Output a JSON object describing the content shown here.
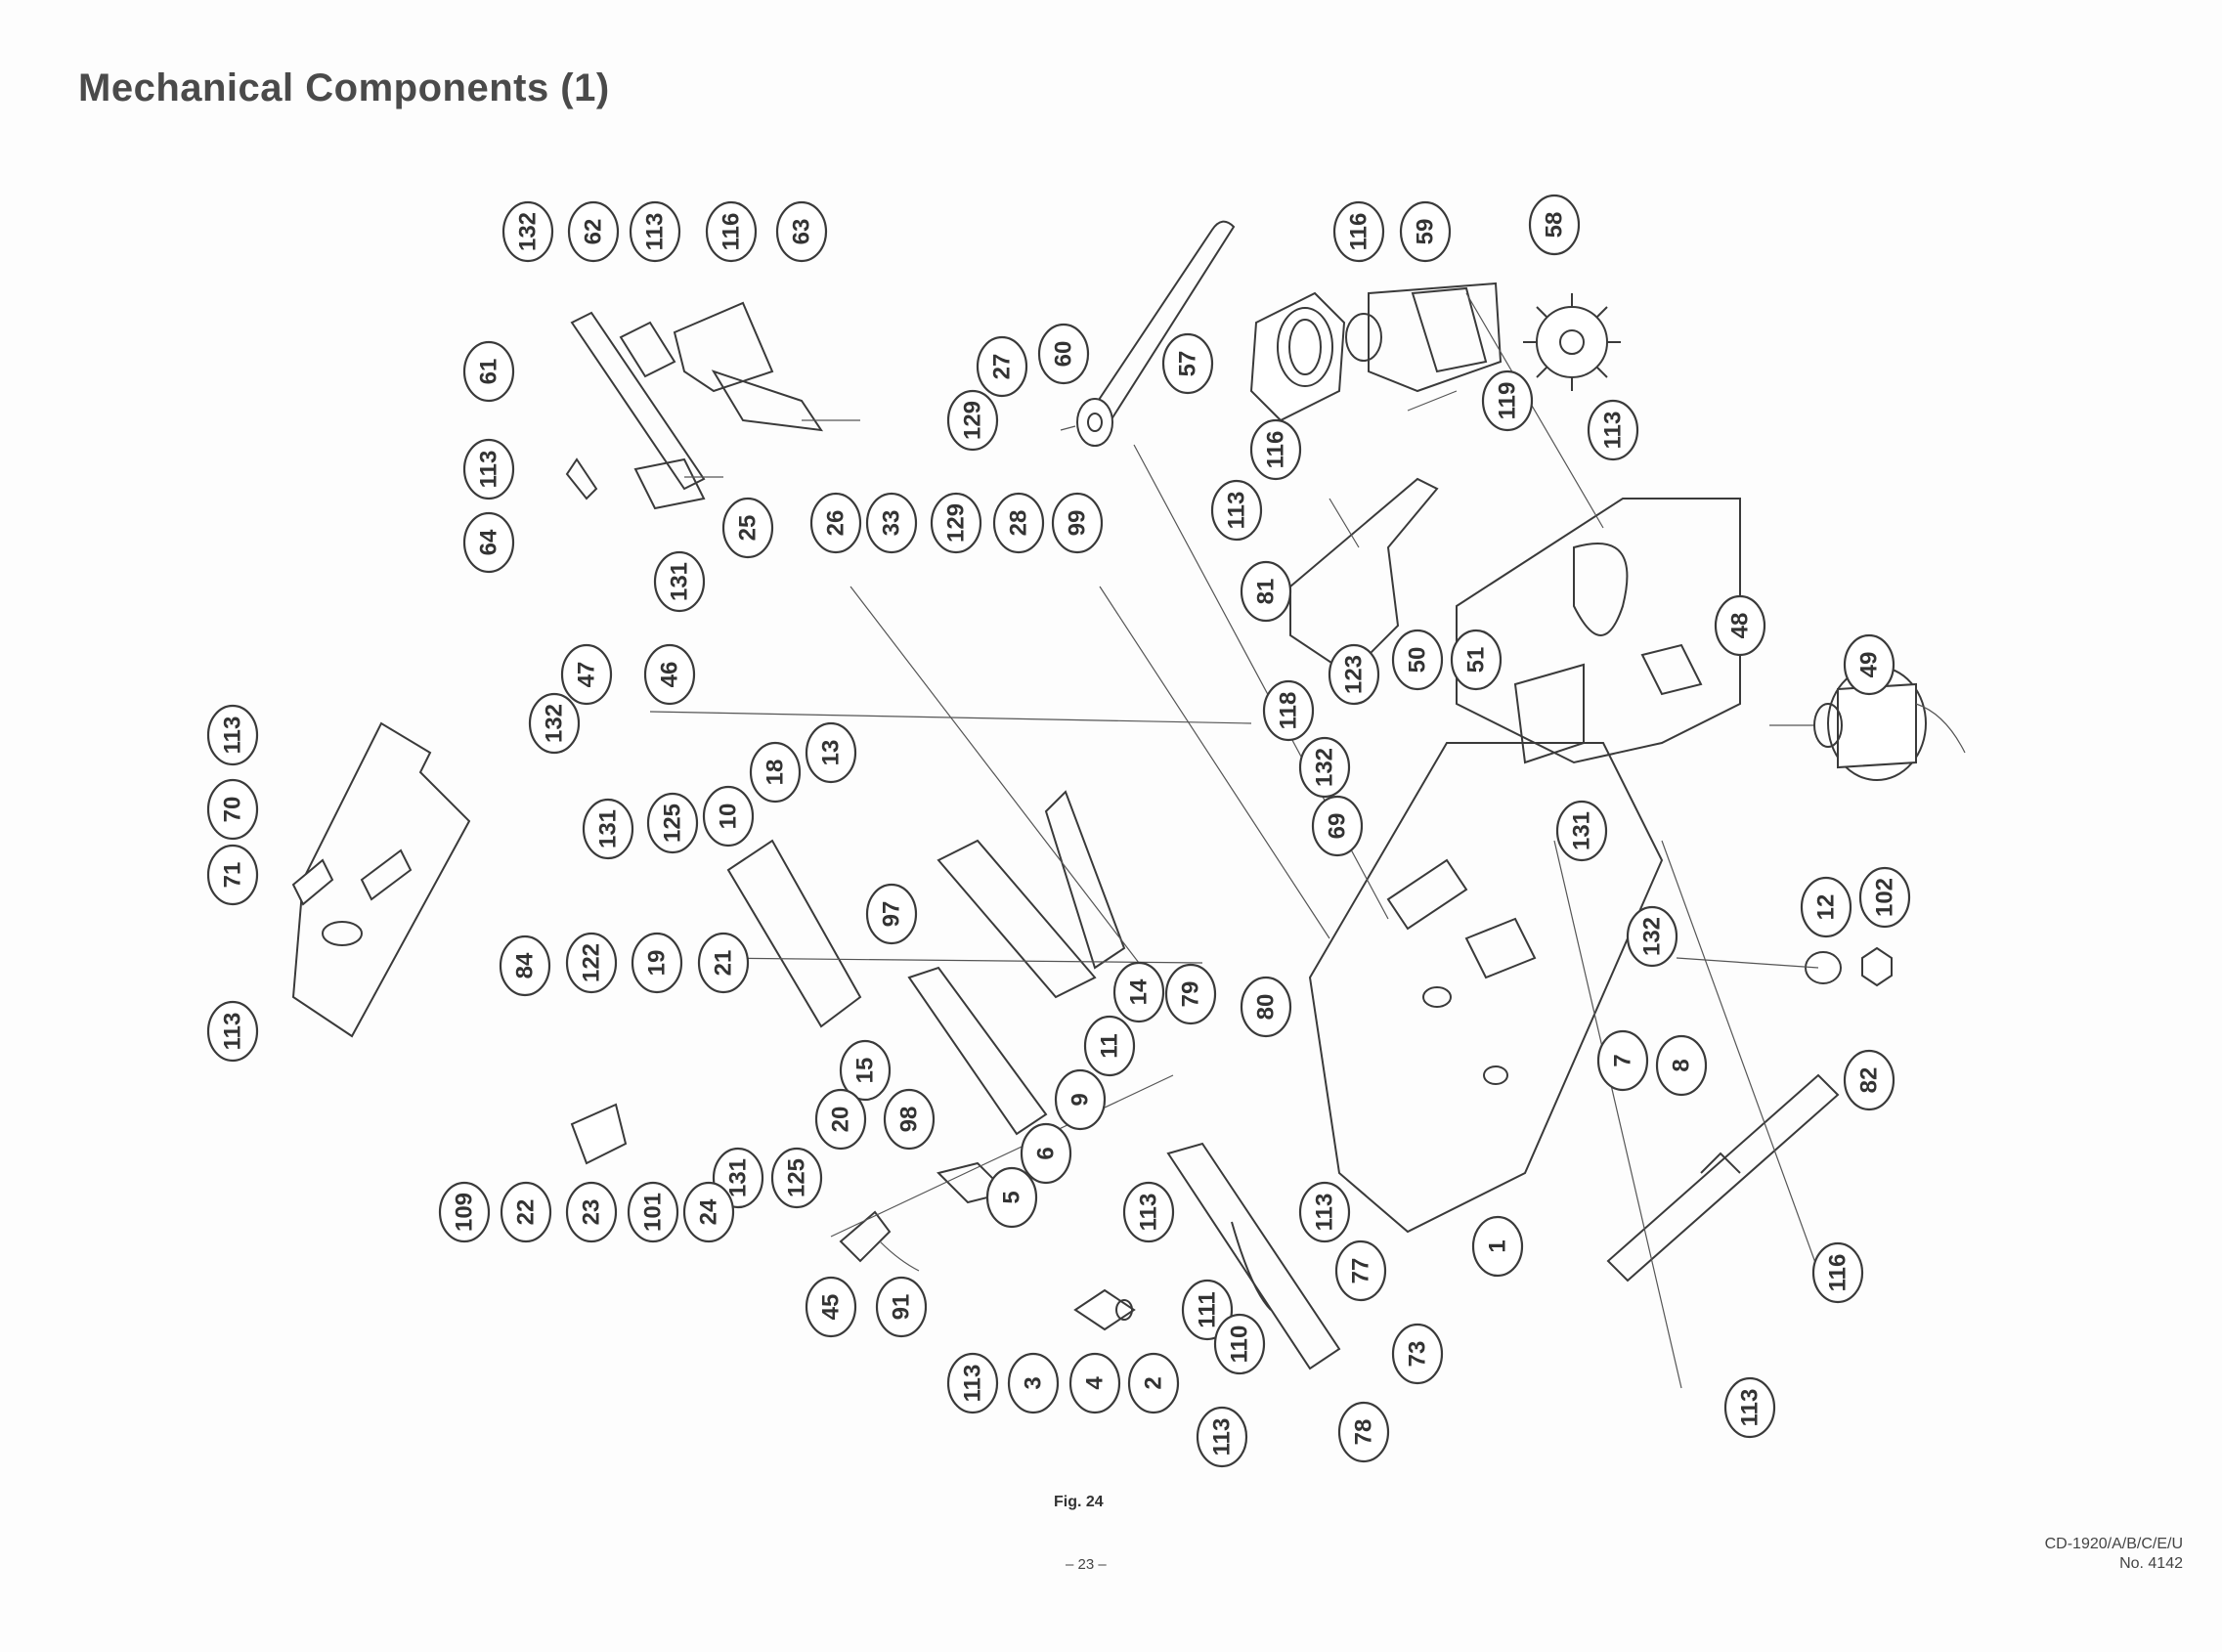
{
  "page": {
    "title": "Mechanical Components (1)",
    "fig_caption": "Fig. 24",
    "page_number": "– 23 –",
    "model": "CD-1920/A/B/C/E/U",
    "doc_no": "No. 4142"
  },
  "callouts": [
    {
      "id": "c1",
      "label": "132"
    },
    {
      "id": "c2",
      "label": "62"
    },
    {
      "id": "c3",
      "label": "113"
    },
    {
      "id": "c4",
      "label": "116"
    },
    {
      "id": "c5",
      "label": "63"
    },
    {
      "id": "c6",
      "label": "61"
    },
    {
      "id": "c7",
      "label": "113"
    },
    {
      "id": "c8",
      "label": "64"
    },
    {
      "id": "c9",
      "label": "116"
    },
    {
      "id": "c10",
      "label": "59"
    },
    {
      "id": "c11",
      "label": "58"
    },
    {
      "id": "c12",
      "label": "27"
    },
    {
      "id": "c13",
      "label": "60"
    },
    {
      "id": "c14",
      "label": "57"
    },
    {
      "id": "c15",
      "label": "129"
    },
    {
      "id": "c16",
      "label": "119"
    },
    {
      "id": "c17",
      "label": "116"
    },
    {
      "id": "c18",
      "label": "113"
    },
    {
      "id": "c19",
      "label": "113"
    },
    {
      "id": "c20",
      "label": "25"
    },
    {
      "id": "c21",
      "label": "26"
    },
    {
      "id": "c22",
      "label": "33"
    },
    {
      "id": "c23",
      "label": "129"
    },
    {
      "id": "c24",
      "label": "28"
    },
    {
      "id": "c25",
      "label": "99"
    },
    {
      "id": "c26",
      "label": "131"
    },
    {
      "id": "c27",
      "label": "81"
    },
    {
      "id": "c28",
      "label": "48"
    },
    {
      "id": "c29",
      "label": "123"
    },
    {
      "id": "c30",
      "label": "50"
    },
    {
      "id": "c31",
      "label": "51"
    },
    {
      "id": "c32",
      "label": "49"
    },
    {
      "id": "c33",
      "label": "47"
    },
    {
      "id": "c34",
      "label": "46"
    },
    {
      "id": "c35",
      "label": "118"
    },
    {
      "id": "c36",
      "label": "132"
    },
    {
      "id": "c37",
      "label": "113"
    },
    {
      "id": "c38",
      "label": "70"
    },
    {
      "id": "c39",
      "label": "71"
    },
    {
      "id": "c40",
      "label": "113"
    },
    {
      "id": "c41",
      "label": "18"
    },
    {
      "id": "c42",
      "label": "13"
    },
    {
      "id": "c43",
      "label": "132"
    },
    {
      "id": "c44",
      "label": "69"
    },
    {
      "id": "c45",
      "label": "131"
    },
    {
      "id": "c46",
      "label": "125"
    },
    {
      "id": "c47",
      "label": "10"
    },
    {
      "id": "c48",
      "label": "97"
    },
    {
      "id": "c49",
      "label": "131"
    },
    {
      "id": "c50",
      "label": "12"
    },
    {
      "id": "c51",
      "label": "102"
    },
    {
      "id": "c52",
      "label": "84"
    },
    {
      "id": "c53",
      "label": "122"
    },
    {
      "id": "c54",
      "label": "19"
    },
    {
      "id": "c55",
      "label": "21"
    },
    {
      "id": "c56",
      "label": "14"
    },
    {
      "id": "c57",
      "label": "79"
    },
    {
      "id": "c58",
      "label": "80"
    },
    {
      "id": "c59",
      "label": "132"
    },
    {
      "id": "c60",
      "label": "11"
    },
    {
      "id": "c61",
      "label": "15"
    },
    {
      "id": "c62",
      "label": "9"
    },
    {
      "id": "c63",
      "label": "7"
    },
    {
      "id": "c64",
      "label": "8"
    },
    {
      "id": "c65",
      "label": "82"
    },
    {
      "id": "c66",
      "label": "98"
    },
    {
      "id": "c67",
      "label": "20"
    },
    {
      "id": "c68",
      "label": "6"
    },
    {
      "id": "c69",
      "label": "131"
    },
    {
      "id": "c70",
      "label": "125"
    },
    {
      "id": "c71",
      "label": "5"
    },
    {
      "id": "c72",
      "label": "109"
    },
    {
      "id": "c73",
      "label": "22"
    },
    {
      "id": "c74",
      "label": "23"
    },
    {
      "id": "c75",
      "label": "101"
    },
    {
      "id": "c76",
      "label": "24"
    },
    {
      "id": "c77",
      "label": "113"
    },
    {
      "id": "c78",
      "label": "113"
    },
    {
      "id": "c79",
      "label": "77"
    },
    {
      "id": "c80",
      "label": "1"
    },
    {
      "id": "c81",
      "label": "116"
    },
    {
      "id": "c82",
      "label": "45"
    },
    {
      "id": "c83",
      "label": "91"
    },
    {
      "id": "c84",
      "label": "111"
    },
    {
      "id": "c85",
      "label": "110"
    },
    {
      "id": "c86",
      "label": "73"
    },
    {
      "id": "c87",
      "label": "113"
    },
    {
      "id": "c88",
      "label": "3"
    },
    {
      "id": "c89",
      "label": "4"
    },
    {
      "id": "c90",
      "label": "2"
    },
    {
      "id": "c91",
      "label": "113"
    },
    {
      "id": "c92",
      "label": "78"
    },
    {
      "id": "c93",
      "label": "113"
    }
  ]
}
